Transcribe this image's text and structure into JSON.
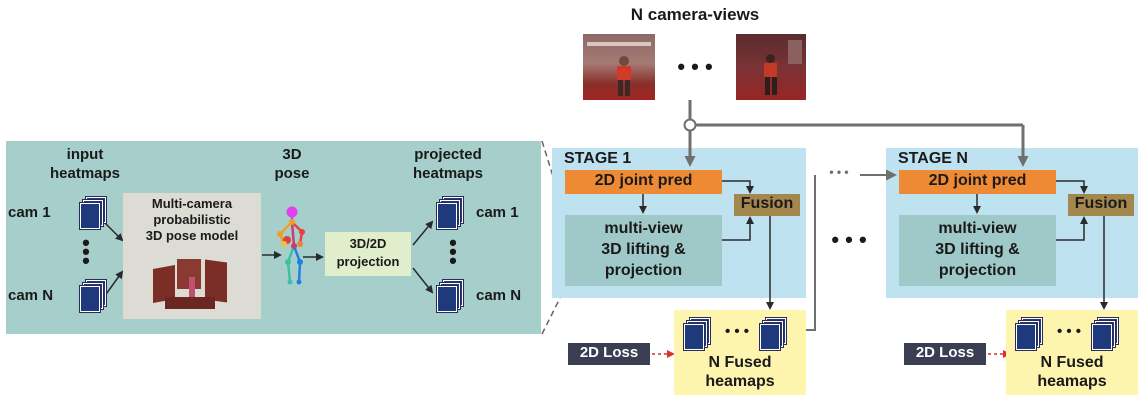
{
  "colors": {
    "left_panel": "#a6cfcc",
    "stage_panel": "#bfe2f1",
    "inner_box": "#9ec9c8",
    "joint_pred": "#ef8a34",
    "fusion": "#a4874c",
    "fused_box": "#fdf4ae",
    "loss_box": "#3b3d52",
    "loss_arrow": "#d9342b",
    "arrow": "#6f6f6f",
    "heatmap": "#1e3a7c"
  },
  "top": {
    "title": "N camera-views",
    "ellipsis": "• • •"
  },
  "left_panel": {
    "input_label_1": "input",
    "input_label_2": "heatmaps",
    "cam_1": "cam 1",
    "cam_n": "cam N",
    "model_line_1": "Multi-camera",
    "model_line_2": "probabilistic",
    "model_line_3": "3D pose model",
    "pose_label_1": "3D",
    "pose_label_2": "pose",
    "projection_line_1": "3D/2D",
    "projection_line_2": "projection",
    "projected_label_1": "projected",
    "projected_label_2": "heatmaps",
    "out_cam_1": "cam 1",
    "out_cam_n": "cam N"
  },
  "stages": [
    {
      "title": "STAGE 1",
      "joint_pred": "2D joint pred",
      "fusion": "Fusion",
      "lifting_1": "multi-view",
      "lifting_2": "3D lifting &",
      "lifting_3": "projection",
      "loss": "2D Loss",
      "fused_1": "N Fused",
      "fused_2": "heamaps",
      "fused_dots": "• • •"
    },
    {
      "title": "STAGE N",
      "joint_pred": "2D joint pred",
      "fusion": "Fusion",
      "lifting_1": "multi-view",
      "lifting_2": "3D lifting &",
      "lifting_3": "projection",
      "loss": "2D Loss",
      "fused_1": "N Fused",
      "fused_2": "heamaps",
      "fused_dots": "• • •"
    }
  ],
  "between_stages": {
    "ellipsis": "• • •",
    "connector_dots": "• • •"
  }
}
